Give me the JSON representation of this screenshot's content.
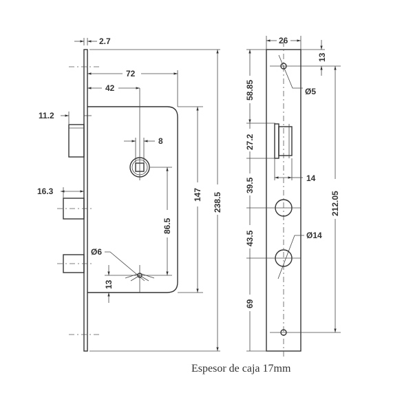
{
  "side_view": {
    "dims": {
      "faceplate_thickness": "2.7",
      "backset_total": "72",
      "backset": "42",
      "latch_projection": "11.2",
      "spindle_square": "8",
      "bolt_projection": "16.3",
      "case_height": "147",
      "total_height": "238.5",
      "spindle_to_key": "86.5",
      "key_hole": "Ø6",
      "key_to_bottom": "13"
    }
  },
  "front_view": {
    "dims": {
      "faceplate_width": "26",
      "top_hole_offset": "13",
      "screw_hole": "Ø5",
      "hole_spacing": "212.05",
      "d1": "58.85",
      "latch_height": "27.2",
      "d2": "39.5",
      "latch_width": "14",
      "d3": "43.5",
      "cylinder_hole": "Ø14",
      "d4": "69"
    }
  },
  "caption": "Espesor de caja 17mm"
}
